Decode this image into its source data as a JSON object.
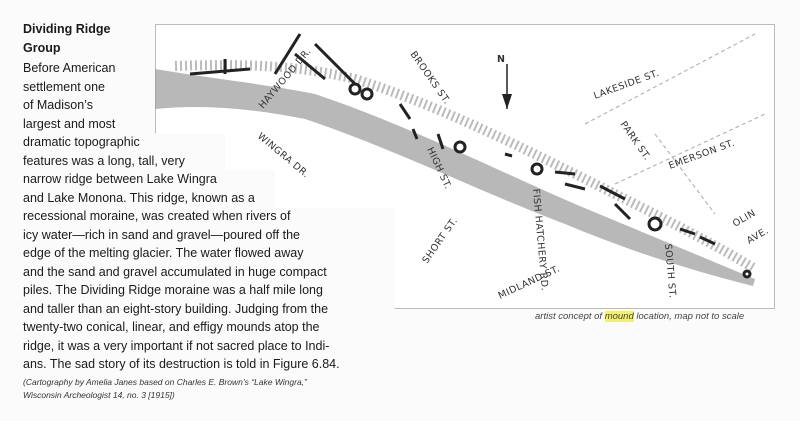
{
  "heading": "Dividing Ridge Group",
  "body_lines": [
    "Before American",
    "settlement one",
    "of Madison’s",
    "largest and most",
    "dramatic topographic",
    "features was a long, tall, very",
    "narrow ridge between Lake Wingra",
    "and Lake Monona. This ridge, known as a",
    "recessional moraine, was created when rivers of",
    "icy water—rich in sand and gravel—poured off the",
    "edge of the melting glacier. The water flowed away",
    "and the sand and gravel accumulated in huge compact",
    "piles. The Dividing Ridge moraine was a half mile long",
    "and taller than an eight-story building. Judging from the",
    "twenty-two conical, linear, and effigy mounds atop the",
    "ridge, it was a very important if not sacred place to Indi-",
    "ans. The sad story of its destruction is told in Figure 6.84."
  ],
  "caption_lines": [
    "(Cartography by Amelia Janes based on Charles E. Brown’s “Lake Wingra,”",
    "Wisconsin Archeologist 14, no. 3 [1915])"
  ],
  "map": {
    "streets": {
      "haywood": "HAYWOOD DR.",
      "brooks": "BROOKS ST.",
      "lakeside": "LAKESIDE ST.",
      "park": "PARK ST.",
      "emerson": "EMERSON ST.",
      "wingra": "WINGRA DR.",
      "high": "HIGH ST.",
      "fish": "FISH HATCHERY RD.",
      "short": "SHORT ST.",
      "midland": "MIDLAND ST.",
      "south": "SOUTH ST.",
      "olin1": "OLIN",
      "olin2": "AVE."
    },
    "north": "N",
    "note_before": "artist concept of ",
    "note_highlight": "mound",
    "note_after": " location, map not to scale"
  }
}
